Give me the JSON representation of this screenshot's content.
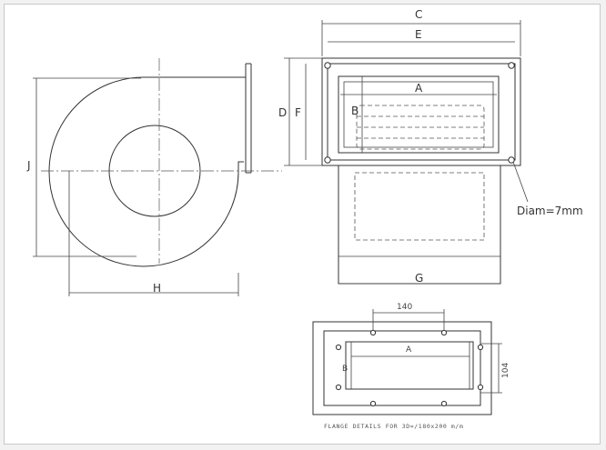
{
  "dimension_labels": {
    "C": "C",
    "E": "E",
    "A": "A",
    "B": "B",
    "D": "D",
    "F": "F",
    "G": "G",
    "H": "H",
    "J": "J"
  },
  "hole_note": "Diam=7mm",
  "flange": {
    "width": "140",
    "height": "104",
    "label_a": "A",
    "label_b": "B",
    "caption": "FLANGE DETAILS FOR 3D=/180x200 m/m"
  }
}
